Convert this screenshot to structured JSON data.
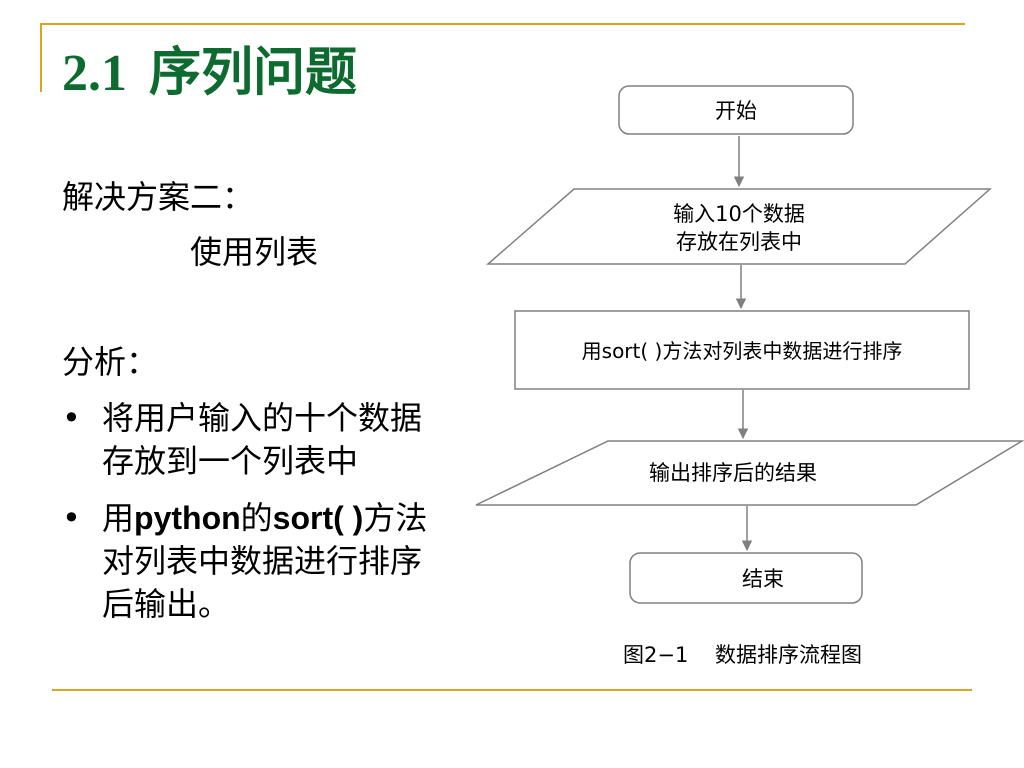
{
  "slide": {
    "title_number": "2.1",
    "title_text": "序列问题",
    "accent_color": "#d9a520",
    "title_color": "#0d6b2f"
  },
  "left": {
    "solution_label": "解决方案二：",
    "solution_value": "使用列表",
    "analysis_label": "分析：",
    "bullets": [
      {
        "marker": "•",
        "text": "将用户输入的十个数据存放到一个列表中"
      },
      {
        "marker": "•",
        "part1": "用",
        "part2": "python",
        "part3": "的",
        "part4": "sort( )",
        "part5": "方法对列表中数据进行排序后输出。"
      }
    ]
  },
  "flowchart": {
    "nodes": [
      {
        "id": "start",
        "shape": "rounded-rect",
        "lines": [
          "开始"
        ]
      },
      {
        "id": "input",
        "shape": "parallelogram",
        "lines": [
          "输入10个数据",
          "存放在列表中"
        ]
      },
      {
        "id": "sort",
        "shape": "rect",
        "lines": [
          "用sort( )方法对列表中数据进行排序"
        ]
      },
      {
        "id": "output",
        "shape": "parallelogram",
        "lines": [
          "输出排序后的结果"
        ]
      },
      {
        "id": "end",
        "shape": "rounded-rect",
        "lines": [
          "结束"
        ]
      }
    ],
    "edges": [
      {
        "from": "start",
        "to": "input"
      },
      {
        "from": "input",
        "to": "sort"
      },
      {
        "from": "sort",
        "to": "output"
      },
      {
        "from": "output",
        "to": "end"
      }
    ],
    "caption": "图2−1    数据排序流程图"
  }
}
